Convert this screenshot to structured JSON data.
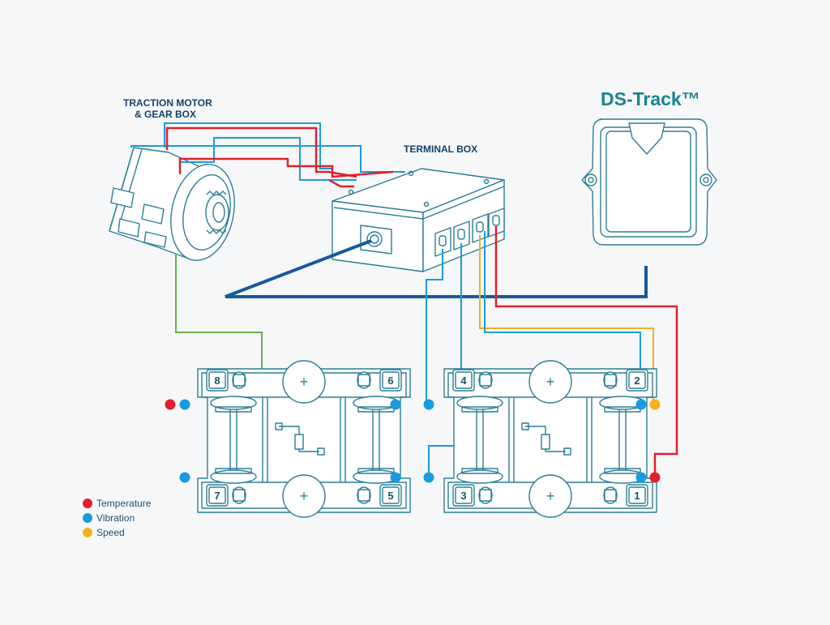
{
  "labels": {
    "motor_line1": "TRACTION MOTOR",
    "motor_line2": "& GEAR BOX",
    "terminal_box": "TERMINAL BOX",
    "brand": "DS-Track™",
    "plus": "+"
  },
  "bogie_numbers": {
    "n1": "1",
    "n2": "2",
    "n3": "3",
    "n4": "4",
    "n5": "5",
    "n6": "6",
    "n7": "7",
    "n8": "8"
  },
  "legend": [
    {
      "label": "Temperature",
      "color": "#e0202e"
    },
    {
      "label": "Vibration",
      "color": "#1a9be0"
    },
    {
      "label": "Speed",
      "color": "#f2b21c"
    }
  ],
  "colors": {
    "temperature": "#e0202e",
    "vibration": "#1a9be0",
    "speed": "#f2b21c",
    "ground": "#6ab04c",
    "trunk": "#145a9c",
    "outline": "#2a7e96"
  }
}
